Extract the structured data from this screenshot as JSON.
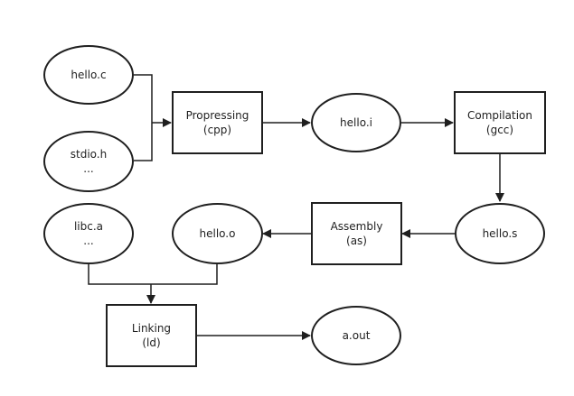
{
  "nodes": {
    "hello_c": {
      "line1": "hello.c"
    },
    "stdio_h": {
      "line1": "stdio.h",
      "line2": "..."
    },
    "preprocessing": {
      "line1": "Propressing",
      "line2": "(cpp)"
    },
    "hello_i": {
      "line1": "hello.i"
    },
    "compilation": {
      "line1": "Compilation",
      "line2": "(gcc)"
    },
    "hello_s": {
      "line1": "hello.s"
    },
    "assembly": {
      "line1": "Assembly",
      "line2": "(as)"
    },
    "hello_o": {
      "line1": "hello.o"
    },
    "libc_a": {
      "line1": "libc.a",
      "line2": "..."
    },
    "linking": {
      "line1": "Linking",
      "line2": "(ld)"
    },
    "a_out": {
      "line1": "a.out"
    }
  },
  "edges": [
    {
      "from": "hello.c",
      "to": "Propressing (cpp)"
    },
    {
      "from": "stdio.h",
      "to": "Propressing (cpp)"
    },
    {
      "from": "Propressing (cpp)",
      "to": "hello.i"
    },
    {
      "from": "hello.i",
      "to": "Compilation (gcc)"
    },
    {
      "from": "Compilation (gcc)",
      "to": "hello.s"
    },
    {
      "from": "hello.s",
      "to": "Assembly (as)"
    },
    {
      "from": "Assembly (as)",
      "to": "hello.o"
    },
    {
      "from": "hello.o",
      "to": "Linking (ld)"
    },
    {
      "from": "libc.a",
      "to": "Linking (ld)"
    },
    {
      "from": "Linking (ld)",
      "to": "a.out"
    }
  ],
  "colors": {
    "stroke": "#1f1f1f",
    "fill": "#ffffff",
    "text": "#1f1f1f"
  }
}
